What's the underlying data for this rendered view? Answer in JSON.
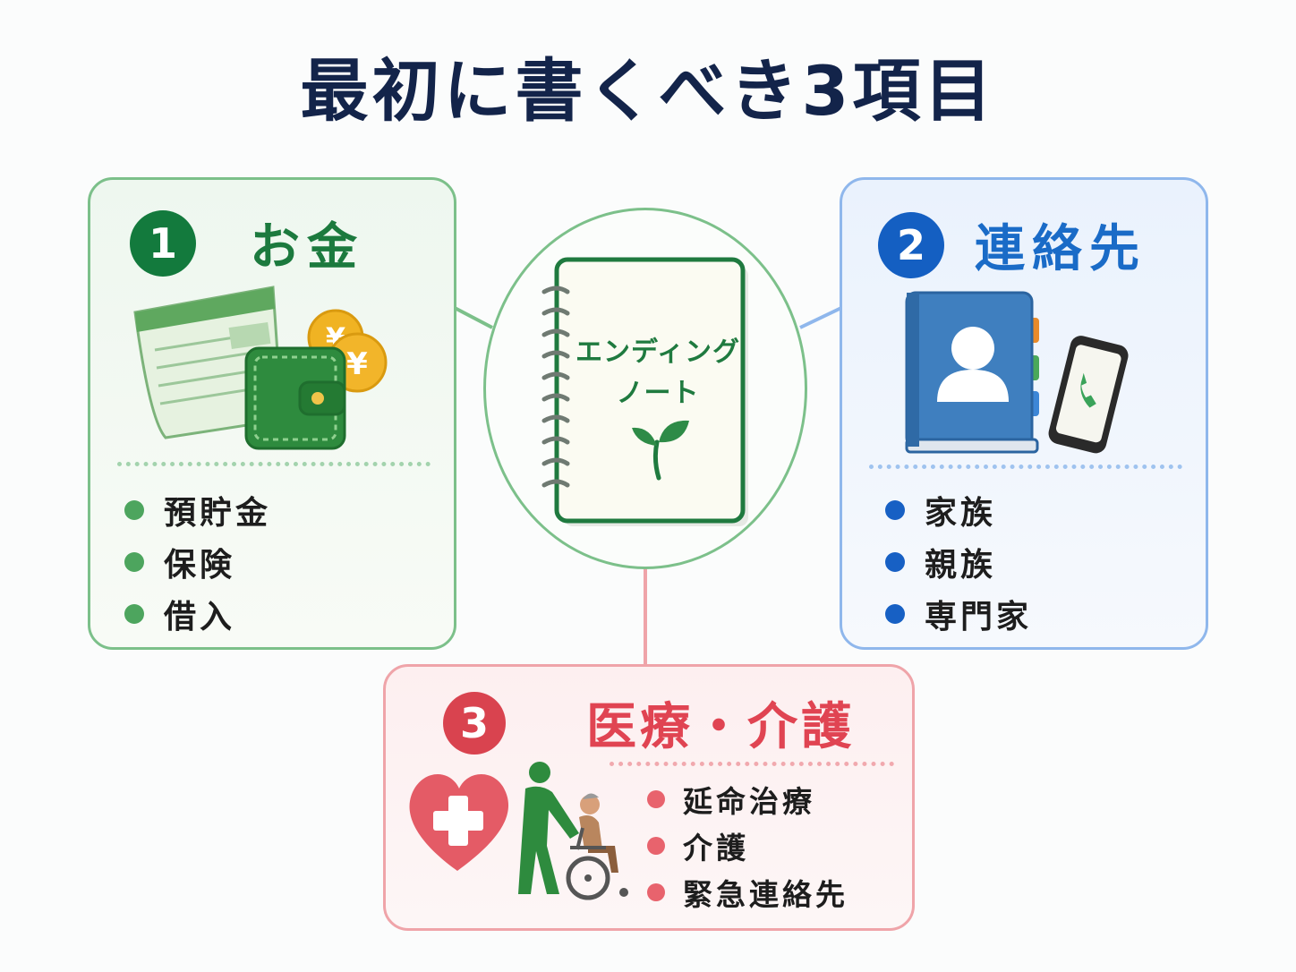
{
  "title": "最初に書くべき3項目",
  "center": {
    "label_line1": "エンディング",
    "label_line2": "ノート"
  },
  "cards": {
    "money": {
      "number": "1",
      "title": "お金",
      "items": [
        "預貯金",
        "保険",
        "借入"
      ],
      "color": "#1c7a3e"
    },
    "contacts": {
      "number": "2",
      "title": "連絡先",
      "items": [
        "家族",
        "親族",
        "専門家"
      ],
      "color": "#1a6bc7"
    },
    "care": {
      "number": "3",
      "title": "医療・介護",
      "items": [
        "延命治療",
        "介護",
        "緊急連絡先"
      ],
      "color": "#e04452"
    }
  },
  "icons": {
    "money": [
      "bankbook-icon",
      "wallet-icon",
      "yen-coin-icon"
    ],
    "contacts": [
      "address-book-icon",
      "smartphone-icon"
    ],
    "care": [
      "heart-cross-icon",
      "caregiver-wheelchair-icon"
    ],
    "center": [
      "ending-note-notebook-icon",
      "sprout-icon"
    ]
  }
}
